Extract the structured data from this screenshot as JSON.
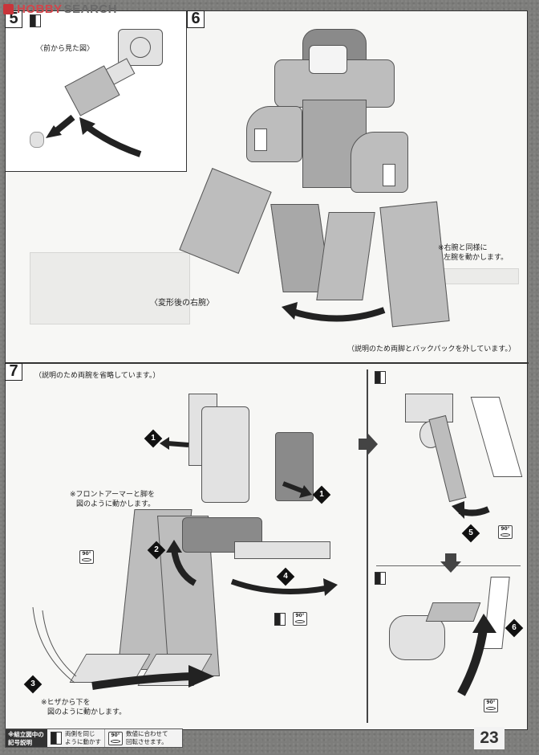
{
  "watermark": {
    "brand_left": "HOBBY",
    "brand_right": "SEARCH"
  },
  "page_number": "23",
  "colors": {
    "page_bg": "#f7f7f5",
    "frame_bg": "#7d7d7b",
    "watermark_red": "#d0454b",
    "part_gray": "#bdbdbd",
    "arrow_black": "#222222"
  },
  "steps": [
    {
      "number": "5",
      "icons": [
        "symmetric-both-sides-icon"
      ],
      "captions": [
        "〈前から見た図〉"
      ]
    },
    {
      "number": "6",
      "captions": [
        "〈変形後の右腕〉",
        "※右腕と同様に",
        "左腕を動かします。",
        "（説明のため両脚とバックパックを外しています。）"
      ]
    },
    {
      "number": "7",
      "captions": [
        "（説明のため両腕を省略しています。）",
        "※フロントアーマーと脚を",
        "図のように動かします。",
        "※ヒザから下を",
        "図のように動かします。"
      ],
      "sub_badges": [
        "1",
        "1",
        "2",
        "3",
        "4",
        "5",
        "6"
      ],
      "rotation_label": "90°"
    }
  ],
  "legend": {
    "title_line1": "※組立図中の",
    "title_line2": "記号説明",
    "items": [
      {
        "icon": "symmetric-both-sides-icon",
        "line1": "両側を同じ",
        "line2": "ように動かす"
      },
      {
        "icon": "rotate-angle-icon",
        "icon_label": "90°",
        "line1": "数値に合わせて",
        "line2": "回転させます。"
      }
    ]
  }
}
